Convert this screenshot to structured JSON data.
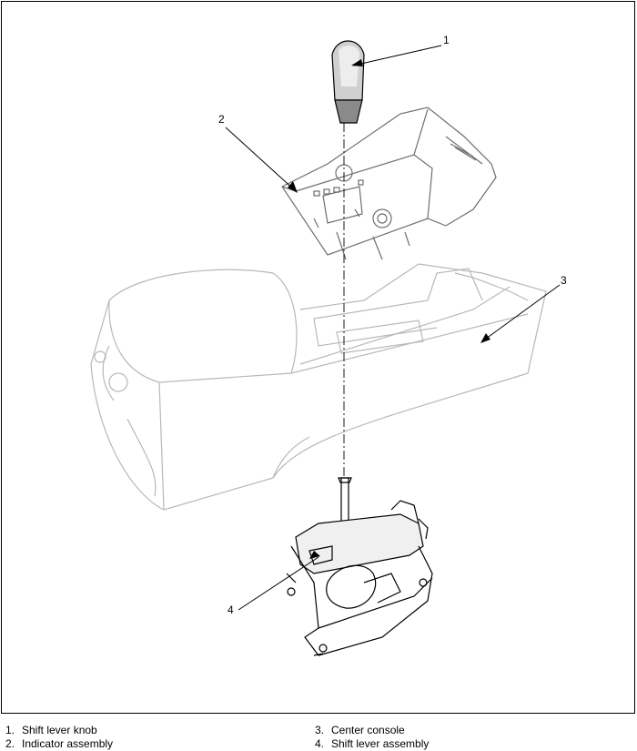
{
  "callouts": [
    {
      "number": "1",
      "label": "Shift lever knob"
    },
    {
      "number": "2",
      "label": "Indicator assembly"
    },
    {
      "number": "3",
      "label": "Center console"
    },
    {
      "number": "4",
      "label": "Shift lever assembly"
    }
  ],
  "legend": {
    "item1": {
      "number": "1.",
      "label": "Shift lever knob"
    },
    "item2": {
      "number": "2.",
      "label": "Indicator assembly"
    },
    "item3": {
      "number": "3.",
      "label": "Center console"
    },
    "item4": {
      "number": "4.",
      "label": "Shift lever assembly"
    }
  },
  "colors": {
    "line": "#000000",
    "faint": "#b8b8b8",
    "mid": "#6e6e6e",
    "knob": "#9a9a9a"
  }
}
